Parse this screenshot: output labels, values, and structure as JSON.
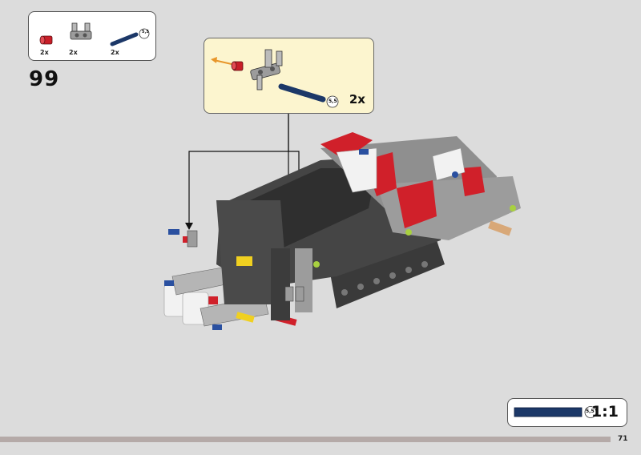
{
  "parts_list": {
    "items": [
      {
        "icon": "red-bush-icon",
        "qty": "2x"
      },
      {
        "icon": "gray-connector-icon",
        "qty": "2x"
      },
      {
        "icon": "blue-axle-icon",
        "qty": "2x",
        "length_badge": "5,5"
      }
    ]
  },
  "step": {
    "number": "99"
  },
  "callout": {
    "qty": "2x",
    "length_badge": "5,5"
  },
  "scale_box": {
    "length_badge": "5,5",
    "ratio": "1:1"
  },
  "page": {
    "number": "71"
  },
  "colors": {
    "background": "#dcdcdc",
    "callout_bg": "#fcf5cf",
    "axle_blue": "#1c3868",
    "brick_red": "#d0202a",
    "dark_gray": "#3d3d3d",
    "light_gray": "#a8a8a8"
  }
}
